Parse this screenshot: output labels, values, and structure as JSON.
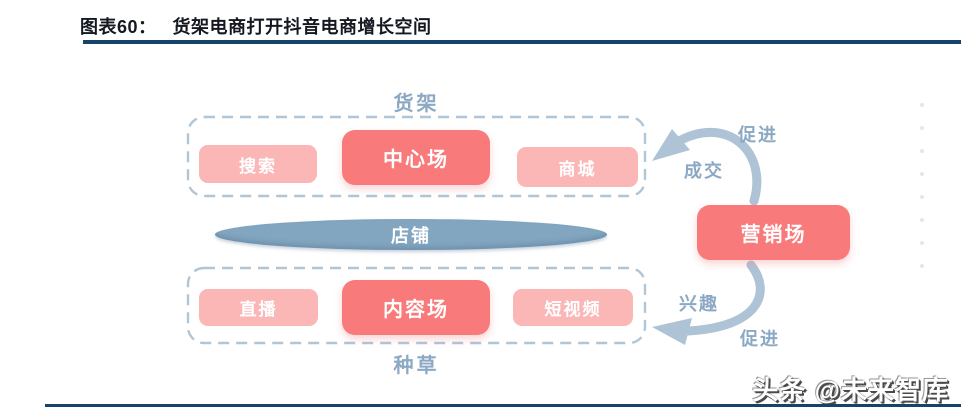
{
  "header": {
    "figure_label": "图表60：",
    "title": "货架电商打开抖音电商增长空间"
  },
  "diagram": {
    "shelf": {
      "label": "货架",
      "boxes": [
        {
          "label": "搜索"
        },
        {
          "label": "中心场"
        },
        {
          "label": "商城"
        }
      ]
    },
    "store": {
      "label": "店铺"
    },
    "seeding": {
      "label": "种草",
      "boxes": [
        {
          "label": "直播"
        },
        {
          "label": "内容场"
        },
        {
          "label": "短视频"
        }
      ]
    },
    "marketing": {
      "label": "营销场"
    },
    "top_flow": {
      "outer_label": "促进",
      "inner_label": "成交"
    },
    "bottom_flow": {
      "inner_label": "兴趣",
      "outer_label": "促进"
    }
  },
  "watermark": {
    "text": "头条 @未来智库"
  },
  "colors": {
    "accent_line": "#16436B",
    "title_color": "#141820",
    "primary_box": "#F87A7A",
    "light_box": "#FBB6B6",
    "ellipse_fill": "#82A5C0",
    "label_blue": "#8CA9C4",
    "arrow_fill": "#AEC3D6",
    "dash_border": "#AFC6D8"
  }
}
